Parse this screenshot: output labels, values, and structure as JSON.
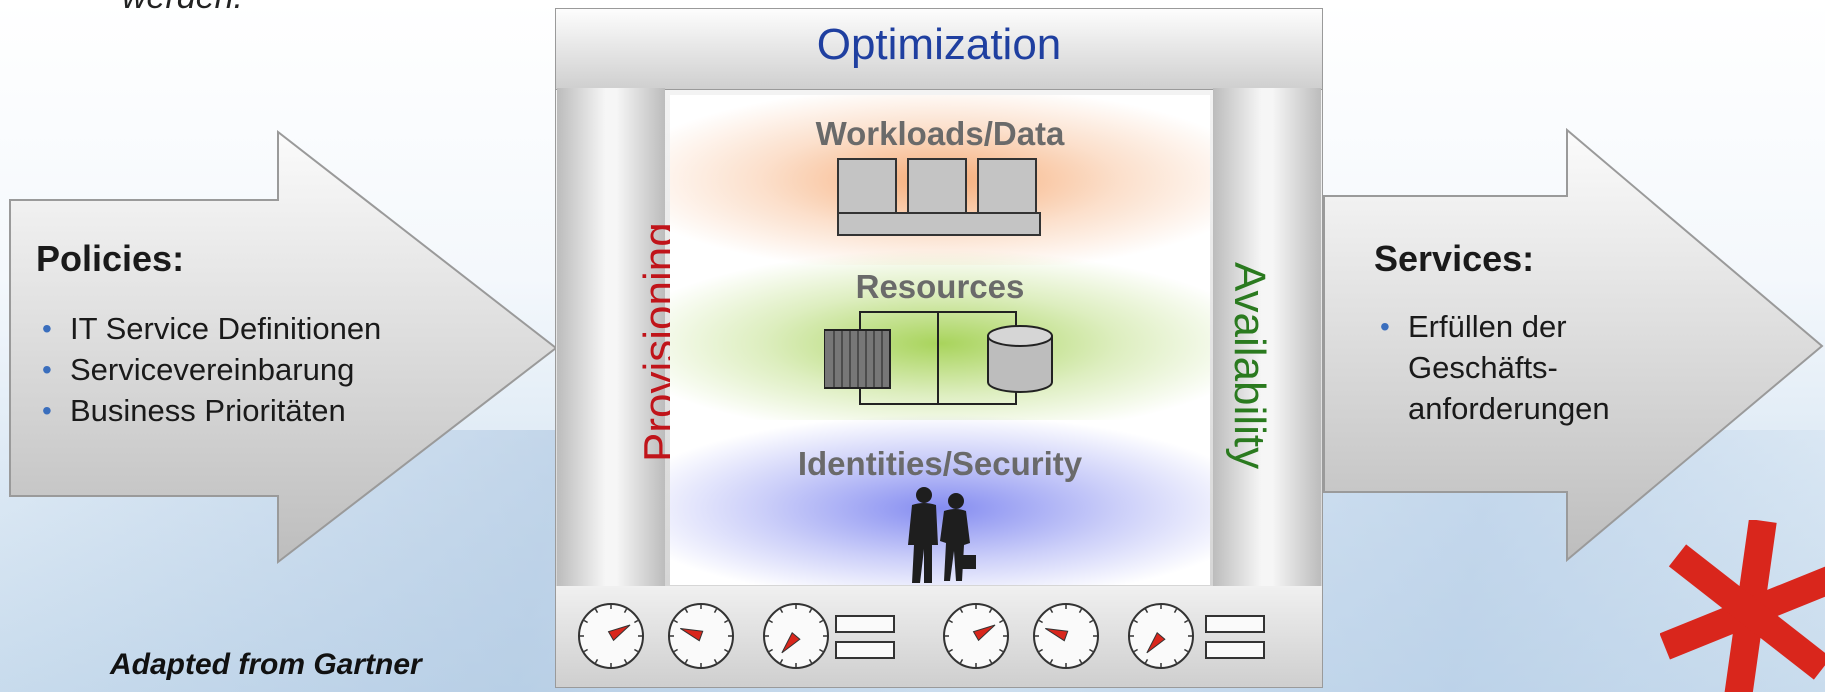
{
  "top_partial_text": "werden.",
  "left_arrow": {
    "heading": "Policies:",
    "bullets": [
      "IT Service Definitionen",
      "Servicevereinbarung",
      "Business Prioritäten"
    ]
  },
  "right_arrow": {
    "heading": "Services:",
    "bullets": [
      "Erfüllen der",
      "Geschäfts-",
      "anforderungen"
    ]
  },
  "credit": "Adapted from Gartner",
  "center": {
    "top_label": "Optimization",
    "left_label": "Provisioning",
    "right_label": "Availability",
    "layers": [
      {
        "title": "Workloads/Data",
        "color": "#f5a46a"
      },
      {
        "title": "Resources",
        "color": "#9fcf4a"
      },
      {
        "title": "Identities/Security",
        "color": "#7e86f0"
      }
    ],
    "colors": {
      "top_label": "#1f3fa0",
      "left_label": "#c0141a",
      "right_label": "#2a7a1f",
      "asterisk": "#d9261c"
    }
  },
  "icons": [
    "gauge-icon",
    "server-rack-icon",
    "database-icon",
    "people-icon",
    "asterisk-icon"
  ]
}
